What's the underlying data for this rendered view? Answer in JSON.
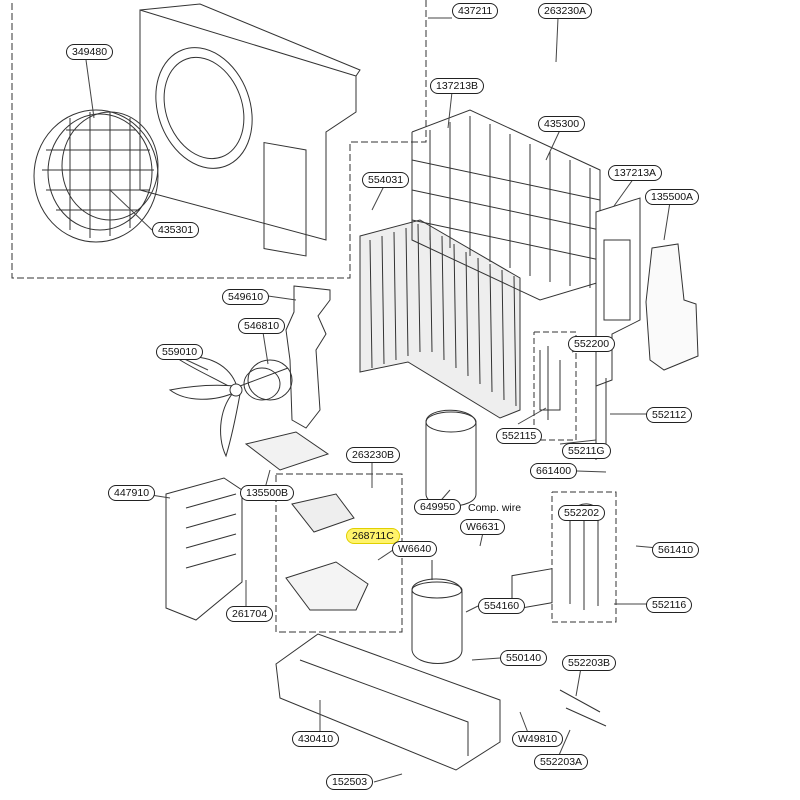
{
  "parts": {
    "p437211": "437211",
    "p263230A": "263230A",
    "p349480": "349480",
    "p137213B": "137213B",
    "p435300": "435300",
    "p554031": "554031",
    "p137213A": "137213A",
    "p135500A": "135500A",
    "p435301": "435301",
    "p549610": "549610",
    "p546810": "546810",
    "p552200": "552200",
    "p559010": "559010",
    "p552112": "552112",
    "p552115": "552115",
    "p55211G": "55211G",
    "p263230B": "263230B",
    "p661400": "661400",
    "p447910": "447910",
    "p135500B": "135500B",
    "p649950": "649950",
    "p552202": "552202",
    "p268711C": "268711C",
    "pW6631": "W6631",
    "pW6640": "W6640",
    "p561410": "561410",
    "p554160": "554160",
    "p552116": "552116",
    "p261704": "261704",
    "p550140": "550140",
    "p552203B": "552203B",
    "p430410": "430410",
    "pW49810": "W49810",
    "p552203A": "552203A",
    "p152503": "152503"
  },
  "annotations": {
    "comp_wire": "Comp. wire"
  },
  "colors": {
    "highlight": "#fff36b",
    "line": "#222222"
  }
}
